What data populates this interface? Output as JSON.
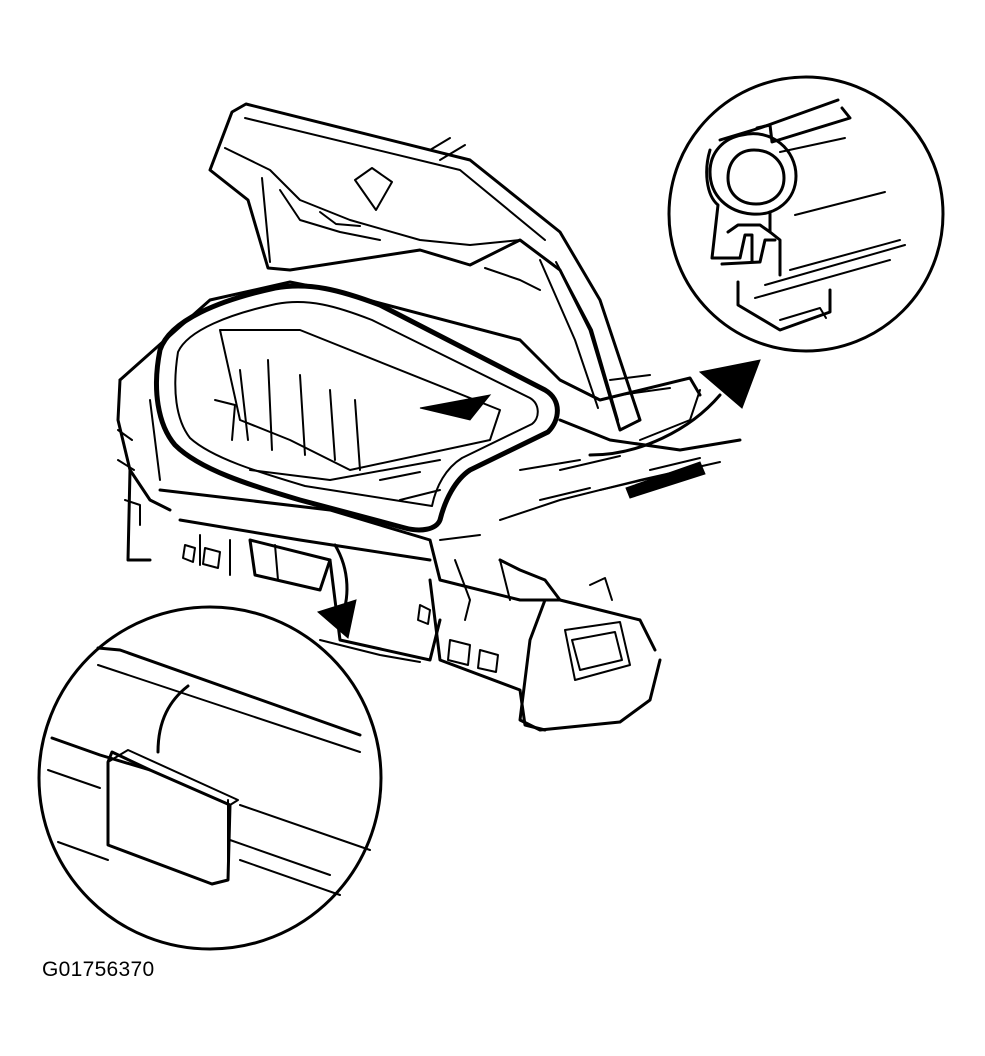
{
  "figure": {
    "id": "G01756370",
    "subject": "rear-compartment-lid-weatherstrip",
    "callouts": [
      {
        "name": "weatherstrip-cross-section-detail",
        "icon": "magnifier-circle"
      },
      {
        "name": "weatherstrip-joint-detail",
        "icon": "magnifier-circle"
      }
    ]
  }
}
